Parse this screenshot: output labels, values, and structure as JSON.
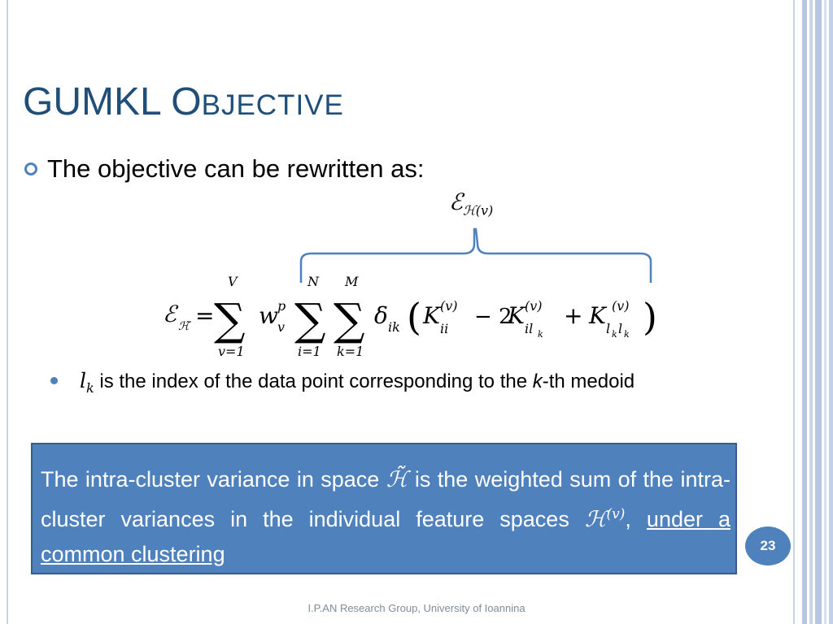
{
  "slide": {
    "title_cap": "GUMKL O",
    "title_small": "BJECTIVE",
    "bullet1": "The objective can be rewritten as:",
    "brace_label_main": "ℰ",
    "brace_label_sub": "ℋ(v)",
    "bullet2_var": "l",
    "bullet2_var_sub": "k",
    "bullet2_text_a": " is the index of the data point corresponding to the ",
    "bullet2_text_k": "k",
    "bullet2_text_b": "-th medoid",
    "callout_a": "The intra-cluster variance in space ",
    "callout_space": "ℋ̃",
    "callout_b": " is the weighted sum of the intra-cluster variances in the individual feature spaces ",
    "callout_space2": "ℋ",
    "callout_space2_sup": "(v)",
    "callout_c": ", ",
    "callout_underlined": "under a common clustering",
    "page_number": "23",
    "footer": "I.P.AN Research Group, University of Ioannina"
  },
  "equation": {
    "lhs": "ℰ",
    "lhs_sub": "ℋ̃",
    "equals": "=",
    "sum1_top": "V",
    "sum1_bottom": "v=1",
    "w": "w",
    "w_sup": "p",
    "w_sub": "v",
    "sum2_top": "N",
    "sum2_bottom": "i=1",
    "sum3_top": "M",
    "sum3_bottom": "k=1",
    "delta": "δ",
    "delta_sub": "ik",
    "K": "K",
    "K_sup": "(v)",
    "K1_sub": "ii",
    "minus_two": "− 2",
    "K2_sub_a": "il",
    "K2_sub_b": "k",
    "plus": "+",
    "K3_sub_a": "l",
    "K3_sub_b": "k",
    "K3_sub_c": "l",
    "K3_sub_d": "k"
  },
  "colors": {
    "accent": "#4f81bd",
    "title": "#1f4e79",
    "frame": "#c7d3e6"
  }
}
